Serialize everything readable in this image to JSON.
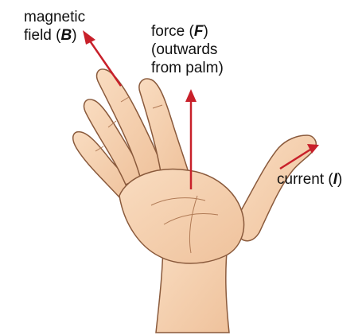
{
  "labels": {
    "magnetic": {
      "line1": "magnetic",
      "line2_prefix": "field (",
      "symbol": "B",
      "line2_suffix": ")"
    },
    "force": {
      "line1_prefix": "force (",
      "symbol": "F",
      "line1_suffix": ")",
      "line2": "(outwards",
      "line3": "from palm)"
    },
    "current": {
      "prefix": "current (",
      "symbol": "I",
      "suffix": ")"
    }
  },
  "colors": {
    "arrow": "#c8202a",
    "skin": "#f6d2b0",
    "skin_shadow": "#e8b48c",
    "outline": "#8a5a3c"
  }
}
